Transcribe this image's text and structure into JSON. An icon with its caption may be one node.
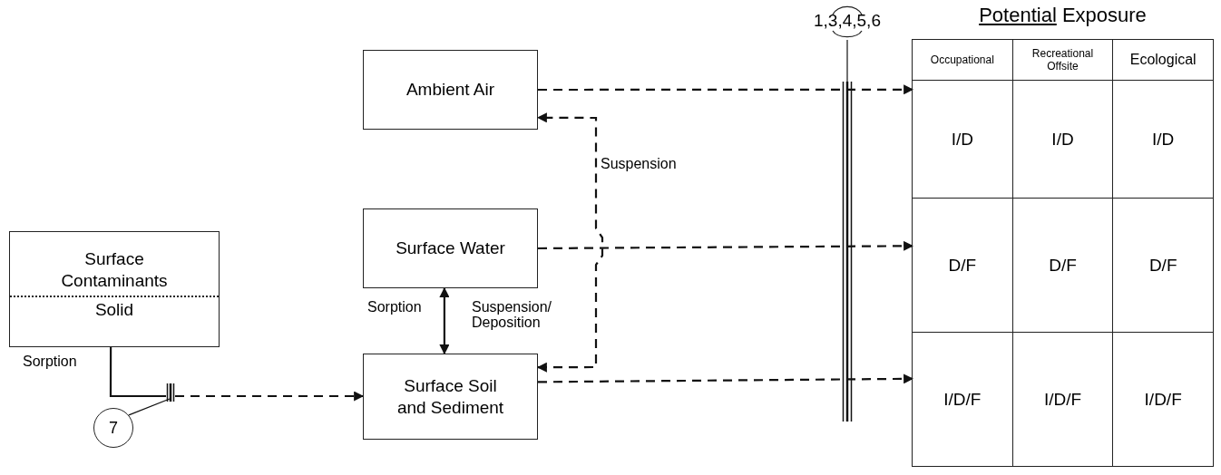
{
  "diagram": {
    "nodes": [
      {
        "text": [
          "Surface Contaminants",
          "Solid"
        ]
      },
      {
        "text": [
          "Ambient Air"
        ]
      },
      {
        "text": [
          "Surface Water"
        ]
      },
      {
        "text": [
          "Surface Soil and Sediment"
        ]
      },
      {
        "text": [
          "7"
        ]
      },
      {
        "text": [],
        "shape": "bar"
      },
      {
        "text": [
          "1,3,4,5,6"
        ]
      },
      {
        "text": [],
        "shape": "bar"
      },
      {
        "text": [
          "Potential Exposure"
        ]
      },
      {
        "text": [
          "Occupational",
          "Recreational Offsite",
          "Ecological"
        ],
        "in": 8
      },
      {
        "text": [
          "I/D",
          "I/D",
          "I/D"
        ],
        "in": 8
      },
      {
        "text": [
          "D/F",
          "D/F",
          "D/F"
        ],
        "in": 8
      },
      {
        "text": [
          "I/D/F",
          "I/D/F",
          "I/D/F"
        ],
        "in": 8
      }
    ],
    "edges": [
      {
        "from": 0,
        "to": 5,
        "arrow": "none",
        "label": "Sorption"
      },
      {
        "from": 5,
        "to": 3,
        "arrow": "to",
        "style": "dashed"
      },
      {
        "from": 4,
        "to": 5,
        "arrow": "none"
      },
      {
        "from": 1,
        "to": 10,
        "arrow": "to",
        "style": "dashed"
      },
      {
        "from": 2,
        "to": 11,
        "arrow": "to",
        "style": "dashed"
      },
      {
        "from": 3,
        "to": 12,
        "arrow": "to",
        "style": "dashed"
      },
      {
        "from": 3,
        "to": 1,
        "arrow": "both",
        "style": "dashed",
        "label": "Suspension"
      },
      {
        "from": 2,
        "to": 3,
        "arrow": "both",
        "label": "Sorption"
      },
      {
        "from": 6,
        "to": 7,
        "arrow": "none"
      }
    ],
    "labels": [
      "Suspension/Deposition"
    ]
  }
}
